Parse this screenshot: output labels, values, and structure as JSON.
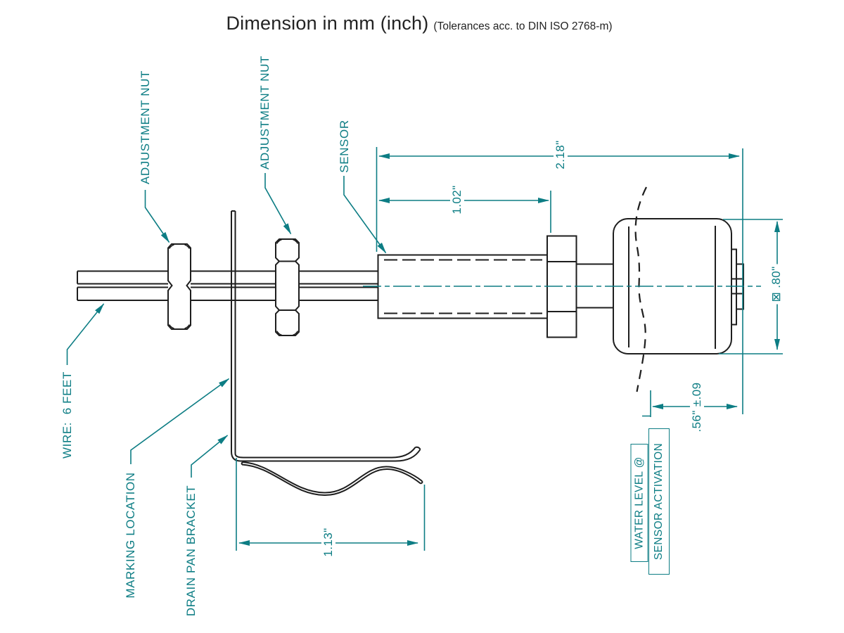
{
  "title": {
    "main": "Dimension in mm (inch)",
    "note": "(Tolerances acc. to DIN ISO 2768-m)"
  },
  "colors": {
    "annotation_teal": "#0d7d84",
    "drawing_black": "#1e1e1e",
    "background": "#ffffff"
  },
  "labels": {
    "adjustment_nut_1": "ADJUSTMENT NUT",
    "adjustment_nut_2": "ADJUSTMENT NUT",
    "sensor": "SENSOR",
    "wire": "WIRE:  6 FEET",
    "marking_location": "MARKING LOCATION",
    "drain_pan_bracket": "DRAIN PAN BRACKET",
    "water_level": "WATER LEVEL @",
    "sensor_activation": "SENSOR ACTIVATION"
  },
  "dimensions": {
    "overall_length": "2.18\"",
    "sensor_length": "1.02\"",
    "float_size": "⊠ .80\"",
    "activation_level": ".56\" ±.09",
    "bracket_foot": "1.13\""
  }
}
